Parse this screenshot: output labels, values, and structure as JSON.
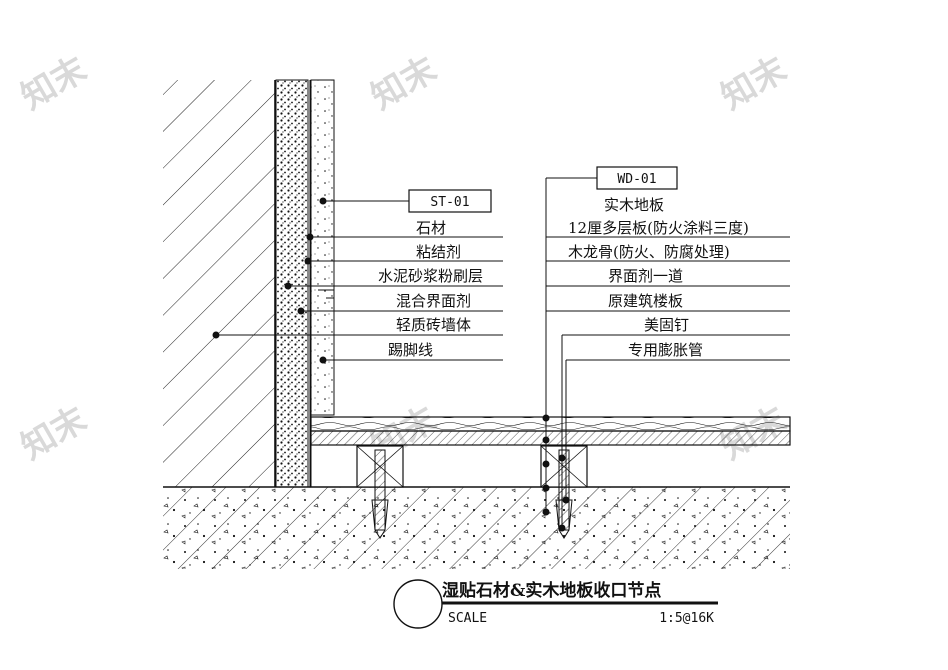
{
  "watermark": "知末",
  "left_group": {
    "tag": "ST-01",
    "labels": [
      "石材",
      "粘结剂",
      "水泥砂浆粉刷层",
      "混合界面剂",
      "轻质砖墙体",
      "踢脚线"
    ]
  },
  "right_group": {
    "tag": "WD-01",
    "labels": [
      "实木地板",
      "12厘多层板(防火涂料三度)",
      "木龙骨(防火、防腐处理)",
      "界面剂一道",
      "原建筑楼板",
      "美固钉",
      "专用膨胀管"
    ]
  },
  "title_block": {
    "title": "湿贴石材&实木地板收口节点",
    "scale_label": "SCALE",
    "scale_value": "1:5@16K"
  },
  "colors": {
    "line": "#111111",
    "watermark": "#d9d9d9"
  }
}
